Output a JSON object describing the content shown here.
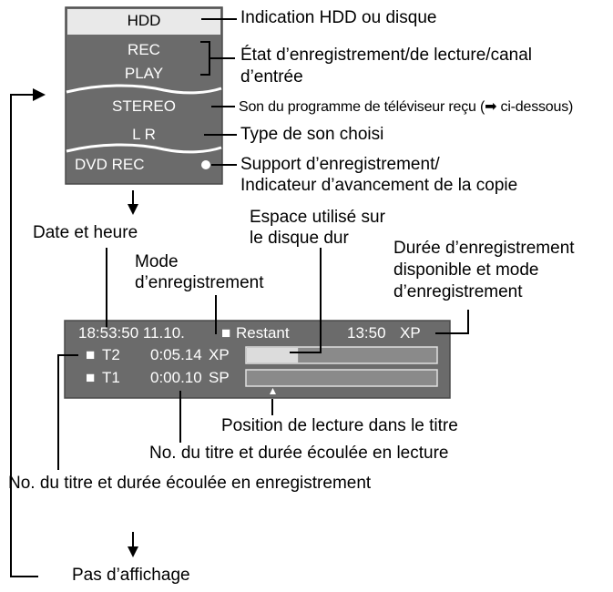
{
  "colors": {
    "osd_bg": "#6b6b6b",
    "osd_text": "#ffffff",
    "header_bg": "#e9e9e9",
    "progress_fill": "#dcdcdc",
    "line": "#000000"
  },
  "osd_panel": {
    "header": "HDD",
    "status_rec": "REC",
    "status_play": "PLAY",
    "sound_program": "STEREO",
    "sound_type": "L R",
    "media": "DVD REC"
  },
  "callouts": {
    "hdd_disc": "Indication HDD ou disque",
    "rec_play_line1": "État d’enregistrement/de lecture/canal",
    "rec_play_line2": "d’entrée",
    "tv_sound": "Son du programme de téléviseur reçu (➡ ci-dessous)",
    "sound_type": "Type de son choisi",
    "media_line1": "Support d’enregistrement/",
    "media_line2": "Indicateur d’avancement de la copie"
  },
  "info_bar": {
    "clock": "18:53:50 11.10.",
    "remaining_label": "Restant",
    "remaining_time": "13:50",
    "remaining_mode": "XP",
    "rec_title": "T2",
    "rec_elapsed": "0:05.14",
    "rec_mode": "XP",
    "play_title": "T1",
    "play_elapsed": "0:00.10",
    "play_mode": "SP",
    "square_glyph": "■",
    "hdd_used_fraction": 0.27
  },
  "labels": {
    "date_time": "Date et heure",
    "mode_line1": "Mode",
    "mode_line2": "d’enregistrement",
    "space_line1": "Espace utilisé sur",
    "space_line2": "le disque dur",
    "avail_line1": "Durée d’enregistrement",
    "avail_line2": "disponible et mode",
    "avail_line3": "d’enregistrement",
    "play_position": "Position de lecture dans le titre",
    "play_title_elapsed": "No. du titre et durée écoulée en lecture",
    "rec_title_elapsed": "No. du titre et durée écoulée en enregistrement",
    "display_step": "Pas d’affichage"
  }
}
